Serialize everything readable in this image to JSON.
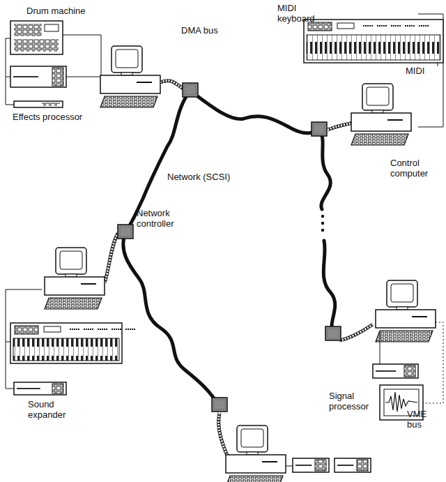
{
  "diagram": {
    "labels": [
      "Drum machine",
      "DMA bus",
      "MIDI keyboard",
      "MIDI",
      "Control computer",
      "Effects processor",
      "Network (SCSI)",
      "Network controller",
      "Sound expander",
      "Signal processor",
      "VME bus"
    ]
  }
}
